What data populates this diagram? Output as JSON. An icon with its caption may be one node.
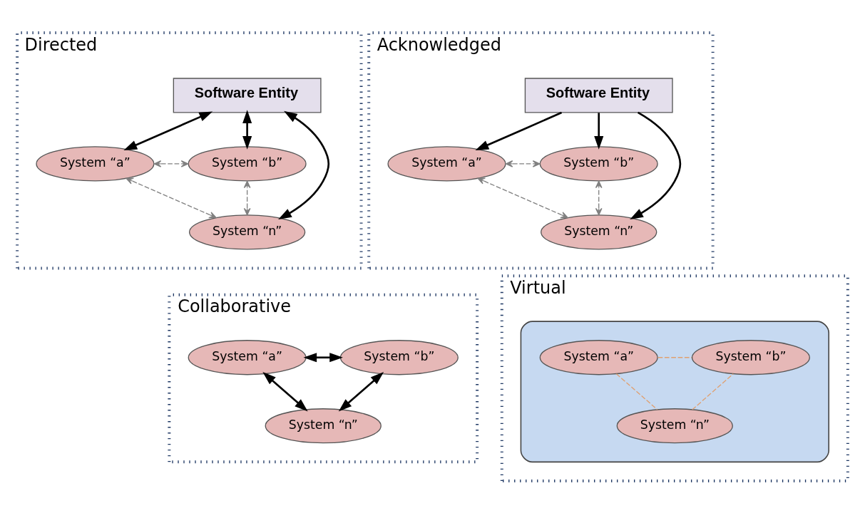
{
  "diagram": {
    "nodes": [
      {
        "text": [
          "Directed"
        ]
      },
      {
        "text": [
          "Software Entity"
        ],
        "in": 0
      },
      {
        "text": [
          "System “a”"
        ],
        "in": 0
      },
      {
        "text": [
          "System “b”"
        ],
        "in": 0
      },
      {
        "text": [
          "System “n”"
        ],
        "in": 0
      },
      {
        "text": [
          "Acknowledged"
        ]
      },
      {
        "text": [
          "Software Entity"
        ],
        "in": 5
      },
      {
        "text": [
          "System “a”"
        ],
        "in": 5
      },
      {
        "text": [
          "System “b”"
        ],
        "in": 5
      },
      {
        "text": [
          "System “n”"
        ],
        "in": 5
      },
      {
        "text": [
          "Collaborative"
        ]
      },
      {
        "text": [
          "System “a”"
        ],
        "in": 10
      },
      {
        "text": [
          "System “b”"
        ],
        "in": 10
      },
      {
        "text": [
          "System “n”"
        ],
        "in": 10
      },
      {
        "text": [
          "Virtual"
        ]
      },
      {
        "text": [],
        "shape": "cloud",
        "in": 14
      },
      {
        "text": [
          "System “a”"
        ],
        "in": 15
      },
      {
        "text": [
          "System “b”"
        ],
        "in": 15
      },
      {
        "text": [
          "System “n”"
        ],
        "in": 15
      }
    ],
    "edges": [
      {
        "from": 1,
        "to": 2,
        "arrow": "both"
      },
      {
        "from": 1,
        "to": 4,
        "arrow": "both"
      },
      {
        "from": 1,
        "to": 3,
        "arrow": "both"
      },
      {
        "from": 2,
        "to": 3,
        "arrow": "both",
        "style": "dashed",
        "color": "#808080"
      },
      {
        "from": 2,
        "to": 4,
        "arrow": "both",
        "style": "dashed",
        "color": "#808080"
      },
      {
        "from": 4,
        "to": 3,
        "arrow": "both",
        "style": "dashed",
        "color": "#808080"
      },
      {
        "from": 6,
        "to": 7,
        "arrow": "to"
      },
      {
        "from": 6,
        "to": 9,
        "arrow": "to"
      },
      {
        "from": 6,
        "to": 8,
        "arrow": "to"
      },
      {
        "from": 7,
        "to": 8,
        "arrow": "both",
        "style": "dashed",
        "color": "#808080"
      },
      {
        "from": 7,
        "to": 9,
        "arrow": "both",
        "style": "dashed",
        "color": "#808080"
      },
      {
        "from": 9,
        "to": 8,
        "arrow": "both",
        "style": "dashed",
        "color": "#808080"
      },
      {
        "from": 11,
        "to": 12,
        "arrow": "both"
      },
      {
        "from": 11,
        "to": 13,
        "arrow": "both"
      },
      {
        "from": 13,
        "to": 12,
        "arrow": "both"
      },
      {
        "from": 16,
        "to": 17,
        "arrow": "none",
        "style": "dashed",
        "color": "#e0a070"
      },
      {
        "from": 16,
        "to": 18,
        "arrow": "none",
        "style": "dashed",
        "color": "#e0a070"
      },
      {
        "from": 18,
        "to": 17,
        "arrow": "none",
        "style": "dashed",
        "color": "#e0a070"
      }
    ]
  }
}
